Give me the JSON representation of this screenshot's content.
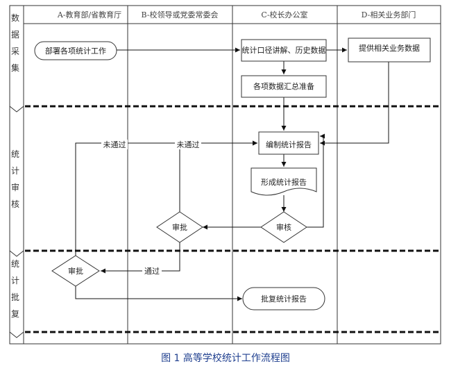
{
  "stages": [
    {
      "id": "collect",
      "label": "数据采集",
      "chars": [
        "数",
        "据",
        "采",
        "集"
      ]
    },
    {
      "id": "review",
      "label": "统计审核",
      "chars": [
        "统",
        "计",
        "审",
        "核"
      ]
    },
    {
      "id": "approve",
      "label": "统计批复",
      "chars": [
        "统",
        "计",
        "批",
        "复"
      ]
    }
  ],
  "lanes": [
    {
      "id": "A",
      "label": "A-教育部/省教育厅"
    },
    {
      "id": "B",
      "label": "B-校领导或党委常委会"
    },
    {
      "id": "C",
      "label": "C-校长办公室"
    },
    {
      "id": "D",
      "label": "D-相关业务部门"
    }
  ],
  "nodes": {
    "deploy": "部署各项统计工作",
    "explain": "统计口径讲解、历史数据",
    "provide": "提供相关业务数据",
    "summary": "各项数据汇总准备",
    "compile": "编制统计报告",
    "form": "形成统计报告",
    "review_c": "审核",
    "approve_b": "审批",
    "approve_a": "审批",
    "reply": "批复统计报告"
  },
  "edges": {
    "not_passed_a": "未通过",
    "not_passed_b": "未通过",
    "passed": "通过"
  },
  "caption": "图 1 高等学校统计工作流程图"
}
